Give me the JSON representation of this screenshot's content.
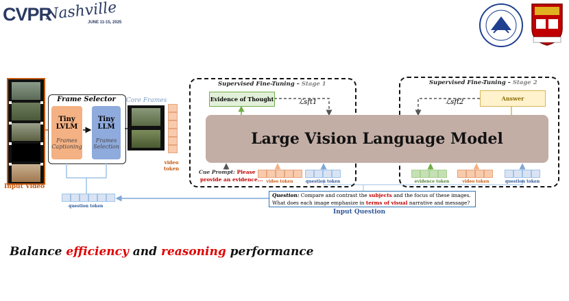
{
  "header": {
    "conf_name": "CVPR",
    "conf_city": "Nashville",
    "conf_dates": "JUNE 11-15, 2025"
  },
  "left": {
    "input_video": "Input Video",
    "frame_selector_title": "Frame Selector",
    "tiny_lvlm": "Tiny\nLVLM",
    "frames_captioning": "Frames\nCaptioning",
    "tiny_llm": "Tiny\nLLM",
    "frames_selection": "Frames\nSelection",
    "core_frames": "Core Frames",
    "video_token": "video\ntoken",
    "question_token": "question token"
  },
  "stage1": {
    "title_main": "Supervised Fine-Tuning",
    "title_stage": "Stage 1",
    "evidence_box": "Evidence of Thought",
    "loss": "ℒsft1",
    "cue_prefix": "Cue Prompt:",
    "cue_red1": "Please",
    "cue_red2": "provide an evidence...",
    "video_token": "video token",
    "question_token": "question token"
  },
  "stage2": {
    "title_main": "Supervised Fine-Tuning",
    "title_stage": "Stage 2",
    "answer_box": "Answer",
    "loss": "ℒsft2",
    "evidence_token": "evidence token",
    "video_token": "video token",
    "question_token": "question token"
  },
  "model": {
    "name": "Large Vision Language Model"
  },
  "question": {
    "label": "Question:",
    "line1_a": "Compare and contrast the",
    "line1_red": "subjects",
    "line1_b": "and the focus of these images.",
    "line2_a": "What does each image emphasize in",
    "line2_red": "terms of visual",
    "line2_b": "narrative and message?",
    "caption": "Input Question"
  },
  "tagline": {
    "p1": "Balance",
    "red1": "efficiency",
    "p2": "and",
    "red2": "reasoning",
    "p3": "performance"
  },
  "colors": {
    "video": "#c55a11",
    "question": "#2e75b6",
    "evidence": "#70ad47",
    "answer": "#d6b656",
    "lvlm": "#c3aea6"
  }
}
